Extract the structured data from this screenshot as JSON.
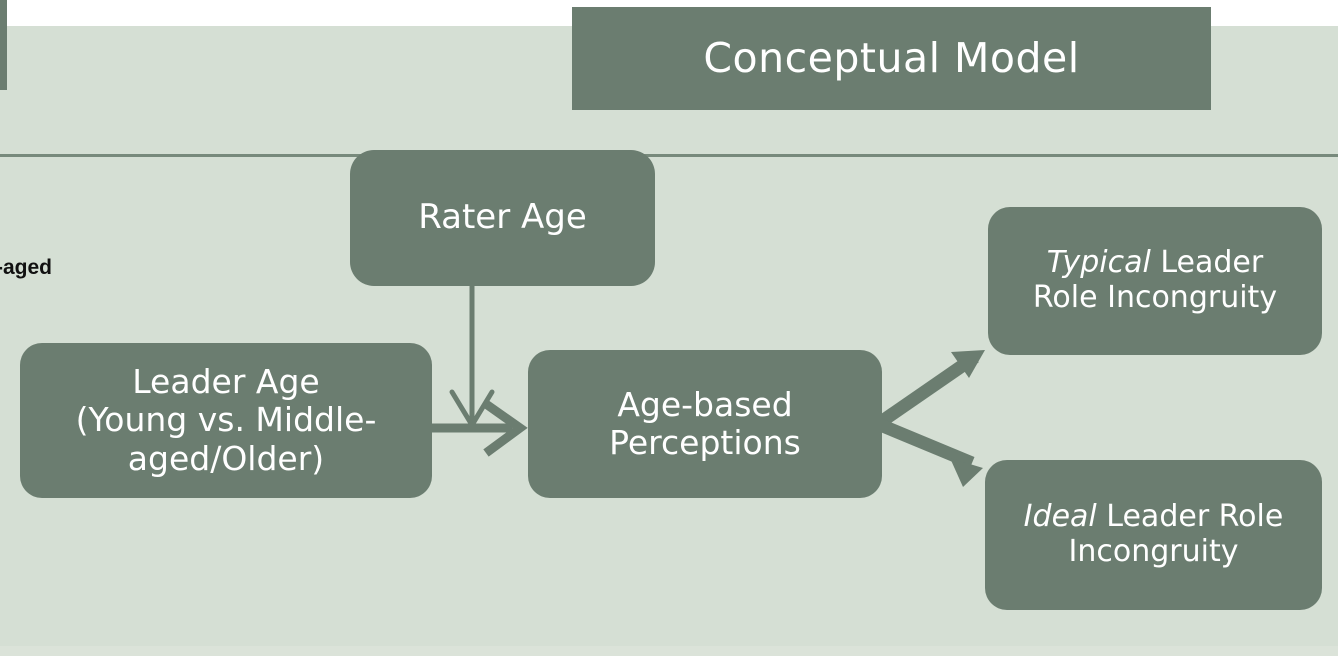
{
  "slide": {
    "title": "Conceptual Model",
    "background_color": "#d5dfd4",
    "accent_color": "#6b7d70",
    "text_color": "#ffffff",
    "divider_color": "#788a7c"
  },
  "partial_text": {
    "fragment": "-aged"
  },
  "nodes": {
    "rater_age": {
      "label": "Rater Age"
    },
    "leader_age": {
      "line1": "Leader Age",
      "line2": "(Young vs. Middle-",
      "line3": "aged/Older)"
    },
    "age_perceptions": {
      "line1": "Age-based",
      "line2": "Perceptions"
    },
    "typical_incongruity": {
      "emphasis": "Typical",
      "line1_rest": " Leader",
      "line2": "Role Incongruity"
    },
    "ideal_incongruity": {
      "emphasis": "Ideal",
      "line1_rest": " Leader Role",
      "line2": "Incongruity"
    }
  },
  "arrows": [
    {
      "name": "rater-age-to-perceptions",
      "from": "rater_age",
      "to": "age_perceptions",
      "style": "thin-vertical"
    },
    {
      "name": "leader-age-to-perceptions",
      "from": "leader_age",
      "to": "age_perceptions",
      "style": "thick-horizontal"
    },
    {
      "name": "perceptions-to-typical",
      "from": "age_perceptions",
      "to": "typical_incongruity",
      "style": "thick-diagonal-up"
    },
    {
      "name": "perceptions-to-ideal",
      "from": "age_perceptions",
      "to": "ideal_incongruity",
      "style": "thick-diagonal-down"
    }
  ]
}
